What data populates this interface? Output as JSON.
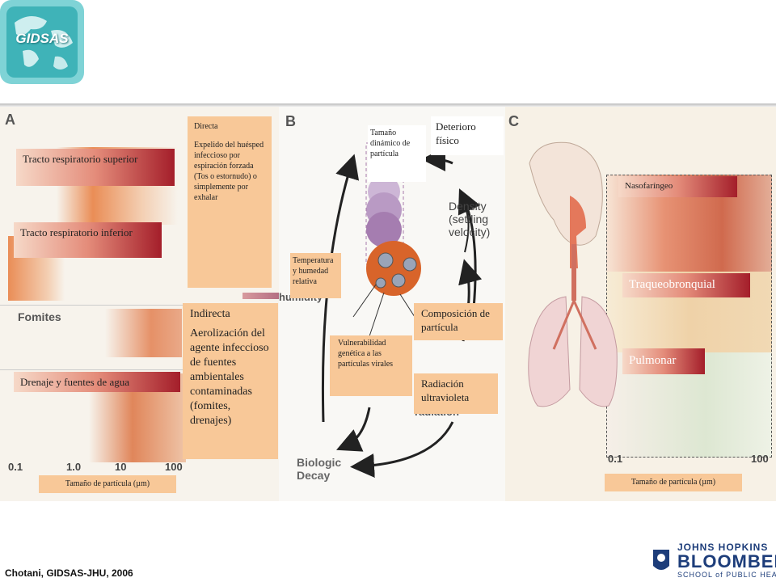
{
  "logo": {
    "text": "GIDSAS"
  },
  "footer": {
    "citation": "Chotani, GIDSAS-JHU,  2006"
  },
  "institution": {
    "line1": "JOHNS HOPKINS",
    "line2": "BLOOMBERG",
    "line3": "SCHOOL of PUBLIC HEALTH"
  },
  "panelA": {
    "letter": "A",
    "upper_tract": "Tracto respiratorio superior",
    "lower_tract": "Tracto respiratorio inferior",
    "fomites": "Fomites",
    "drainage": "Drenaje y fuentes de agua",
    "ticks": [
      "0.1",
      "1.0",
      "10",
      "100"
    ],
    "axis_label": "Tamaño de partícula (µm)",
    "direct_title": "Directa",
    "direct_body": "Expelido del huésped infeccioso por espiración forzada (Tos o estornudo) o simplemente por exhalar",
    "indirect_title": "Indirecta",
    "indirect_body": "Aerolización del agente infeccioso de fuentes ambientales contaminadas (fomites, drenajes)"
  },
  "panelB": {
    "letter": "B",
    "dynamic_size": "Tamaño dinámico de partícula",
    "deterioration": "Deterioro físico",
    "density": "Density (settling velocity)",
    "temperature": "Temperatura y humedad relativa",
    "humidity_orig": "humidity",
    "composition": "Composición de partícula",
    "vulnerability": "Vulnerabilidad genética a las partículas virales",
    "radiation": "Radiación ultravioleta",
    "radiation_orig": "radiation",
    "decay": "Biologic Decay"
  },
  "panelC": {
    "letter": "C",
    "nasopharyngeal": "Nasofaríngeo",
    "tracheobronchial": "Traqueobronquial",
    "pulmonary": "Pulmonar",
    "ticks": [
      "0.1",
      "100"
    ],
    "axis_label": "Tamaño de partícula (µm)"
  }
}
